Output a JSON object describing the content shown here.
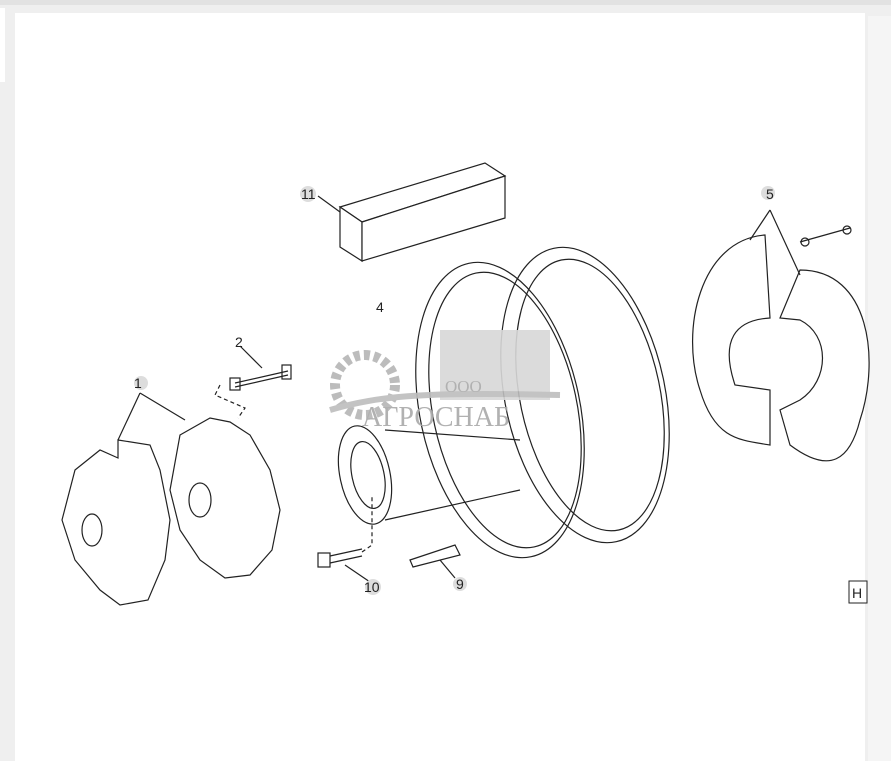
{
  "diagram": {
    "callouts": [
      "11",
      "5",
      "4",
      "2",
      "1",
      "10",
      "9"
    ],
    "corner_label": "H",
    "watermark": {
      "prefix": "ООО",
      "name": "АГРОСНАБ"
    },
    "colors": {
      "line": "#222222",
      "watermark": "#a9a9a9",
      "background": "#ffffff"
    }
  }
}
